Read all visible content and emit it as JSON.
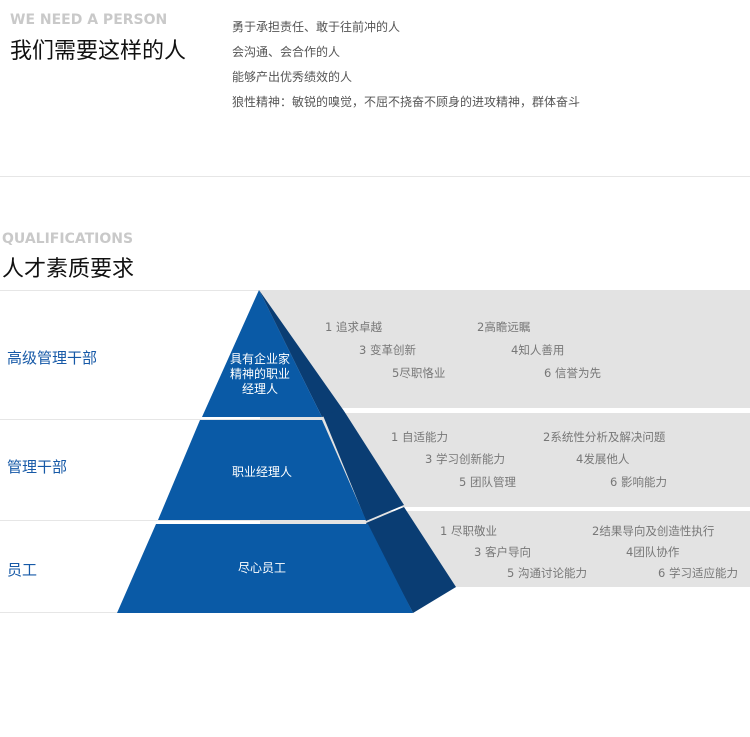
{
  "intro": {
    "eyebrow": "WE NEED A PERSON",
    "title": "我们需要这样的人",
    "items": [
      "勇于承担责任、敢于往前冲的人",
      "会沟通、会合作的人",
      "能够产出优秀绩效的人",
      "狼性精神：敏锐的嗅觉，不屈不挠奋不顾身的进攻精神，群体奋斗"
    ]
  },
  "qualifications": {
    "eyebrow": "QUALIFICATIONS",
    "title": "人才素质要求",
    "levels": [
      {
        "label": "高级管理干部",
        "pyramid_text": "具有企业家精神的职业经理人",
        "traits": [
          "1 追求卓越",
          "2高瞻远瞩",
          "3 变革创新",
          "4知人善用",
          "5尽职恪业",
          "6 信誉为先"
        ]
      },
      {
        "label": "管理干部",
        "pyramid_text": "职业经理人",
        "traits": [
          "1 自适能力",
          "2系统性分析及解决问题",
          "3 学习创新能力",
          "4发展他人",
          "5 团队管理",
          "6 影响能力"
        ]
      },
      {
        "label": "员工",
        "pyramid_text": "尽心员工",
        "traits": [
          "1 尽职敬业",
          "2结果导向及创造性执行",
          "3 客户导向",
          "4团队协作",
          "5 沟通讨论能力",
          "6 学习适应能力"
        ]
      }
    ]
  },
  "colors": {
    "pyramid_front": "#0a5aa6",
    "pyramid_side": "#0a3d73",
    "band": "#e3e3e3",
    "label_blue": "#1659a7"
  }
}
